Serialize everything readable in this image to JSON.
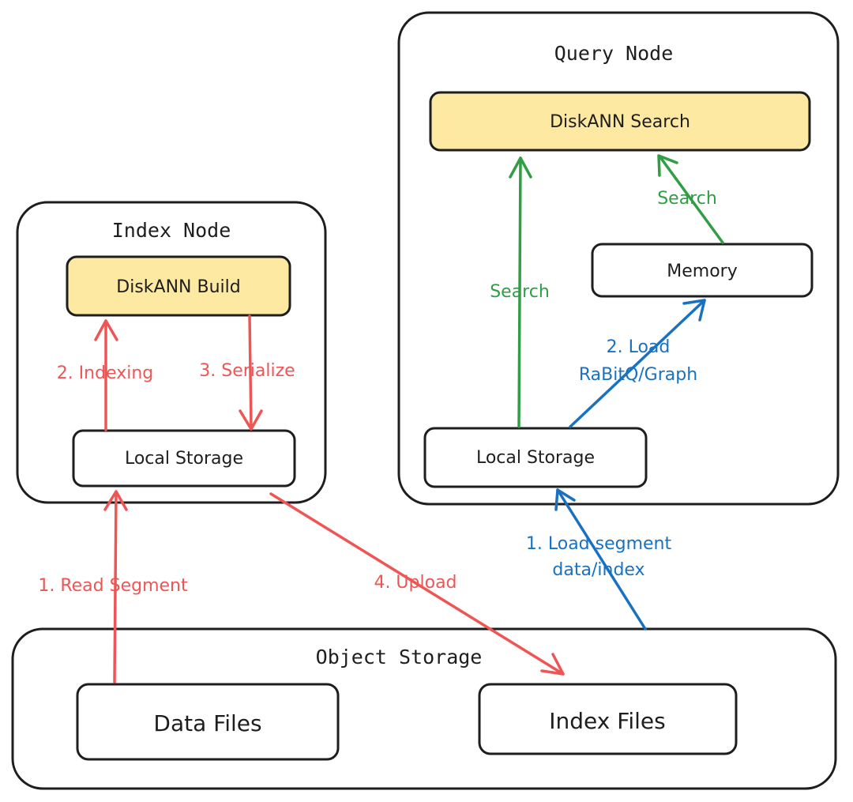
{
  "colors": {
    "build_fill": "#fde9a2",
    "read_write": "#ef5555",
    "search": "#2f9e44",
    "load": "#1971c2"
  },
  "index_node": {
    "title": "Index Node",
    "build": "DiskANN Build",
    "local_storage": "Local Storage"
  },
  "query_node": {
    "title": "Query Node",
    "search": "DiskANN Search",
    "memory": "Memory",
    "local_storage": "Local Storage"
  },
  "object_storage": {
    "title": "Object Storage",
    "data_files": "Data Files",
    "index_files": "Index Files"
  },
  "edges": {
    "read_segment": "1. Read Segment",
    "indexing": "2. Indexing",
    "serialize": "3. Serialize",
    "upload": "4. Upload",
    "load_segment_1": "1. Load segment",
    "load_segment_2": "data/index",
    "load_rabitq_1": "2. Load",
    "load_rabitq_2": "RaBitQ/Graph",
    "search_direct": "Search",
    "search_memory": "Search"
  }
}
